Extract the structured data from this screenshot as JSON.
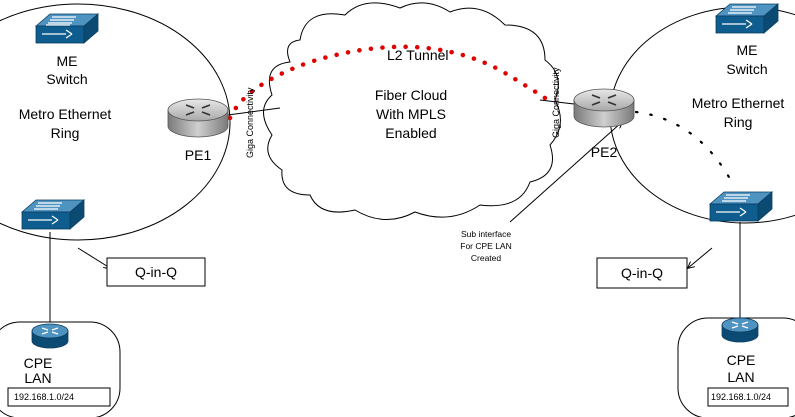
{
  "left_site": {
    "me_switch_label_line1": "ME",
    "me_switch_label_line2": "Switch",
    "ring_label_line1": "Metro Ethernet",
    "ring_label_line2": "Ring",
    "pe_label": "PE1",
    "qinq_label": "Q-in-Q",
    "cpe_label_line1": "CPE",
    "cpe_label_line2": "LAN",
    "subnet": "192.168.1.0/24"
  },
  "right_site": {
    "me_switch_label_line1": "ME",
    "me_switch_label_line2": "Switch",
    "ring_label_line1": "Metro Ethernet",
    "ring_label_line2": "Ring",
    "pe_label": "PE2",
    "qinq_label": "Q-in-Q",
    "cpe_label_line1": "CPE",
    "cpe_label_line2": "LAN",
    "subnet": "192.168.1.0/24"
  },
  "core": {
    "tunnel_label": "L2 Tunnel",
    "cloud_line1": "Fiber Cloud",
    "cloud_line2": "With MPLS",
    "cloud_line3": "Enabled",
    "giga_left": "Giga Connectivity",
    "giga_right": "Giga Connectivity"
  },
  "annotation": {
    "line1": "Sub interface",
    "line2": "For CPE LAN",
    "line3": "Created"
  },
  "colors": {
    "switch_blue": "#0f5c8e",
    "router_grey": "#9b9b9b",
    "tunnel_red": "#e00000",
    "line": "#000000"
  }
}
